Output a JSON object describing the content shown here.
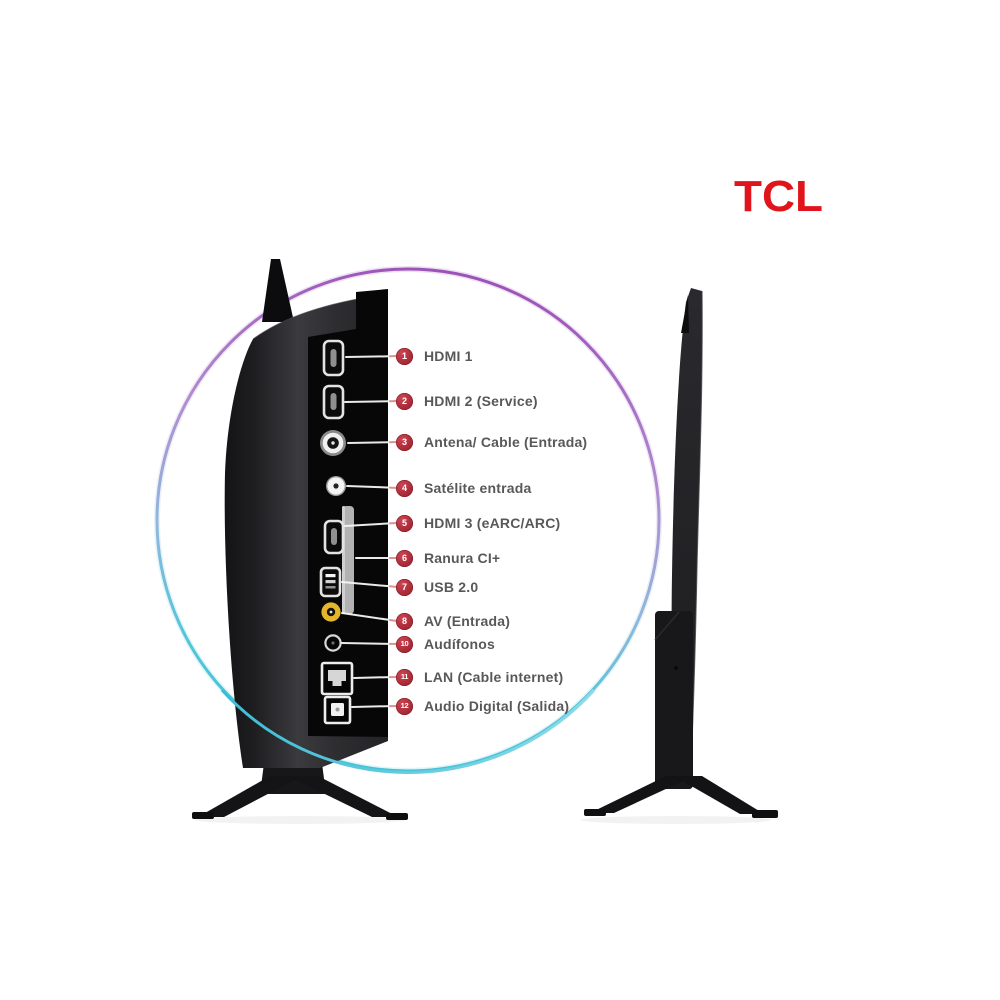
{
  "brand": {
    "logo": "TCL",
    "color": "#e0151c"
  },
  "diagram": {
    "ports": [
      {
        "num": "1",
        "label": "HDMI 1"
      },
      {
        "num": "2",
        "label": "HDMI 2 (Service)"
      },
      {
        "num": "3",
        "label": "Antena/ Cable (Entrada)"
      },
      {
        "num": "4",
        "label": "Satélite entrada"
      },
      {
        "num": "5",
        "label": "HDMI 3 (eARC/ARC)"
      },
      {
        "num": "6",
        "label": "Ranura CI+"
      },
      {
        "num": "7",
        "label": "USB 2.0"
      },
      {
        "num": "8",
        "label": "AV (Entrada)"
      },
      {
        "num": "10",
        "label": "Audífonos"
      },
      {
        "num": "11",
        "label": "LAN (Cable internet)"
      },
      {
        "num": "12",
        "label": "Audio Digital (Salida)"
      }
    ],
    "colors": {
      "badge": "#b5313e",
      "label_text": "#58585a",
      "leader_line": "#dd9191",
      "magnifier_top": "#9b51b6",
      "magnifier_bottom": "#41c2d7"
    }
  }
}
